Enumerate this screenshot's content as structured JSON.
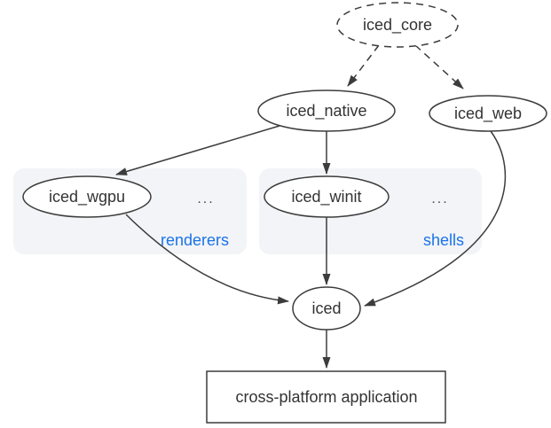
{
  "diagram": {
    "nodes": {
      "iced_core": "iced_core",
      "iced_native": "iced_native",
      "iced_web": "iced_web",
      "iced_wgpu": "iced_wgpu",
      "iced_winit": "iced_winit",
      "iced": "iced",
      "application": "cross-platform application"
    },
    "groups": {
      "renderers": {
        "label": "renderers",
        "more": "..."
      },
      "shells": {
        "label": "shells",
        "more": "..."
      }
    },
    "colors": {
      "background": "#ffffff",
      "node_fill": "#ffffff",
      "stroke": "#3c3c3c",
      "text": "#333333",
      "group_background": "#f3f4f7",
      "group_label": "#1a73e8"
    }
  }
}
